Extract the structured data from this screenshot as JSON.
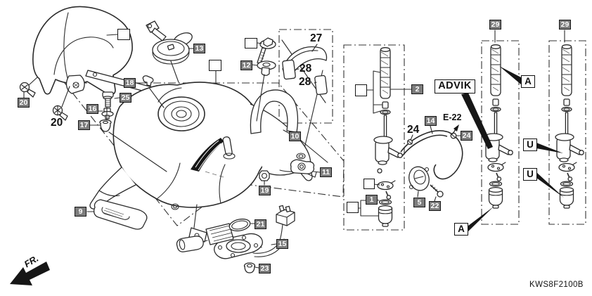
{
  "diagram": {
    "code": "KWS8F2100B",
    "front_marker": "FR.",
    "vendor_plate": "ADVIK",
    "connector_ref": "E-22"
  },
  "colors": {
    "background": "#ffffff",
    "line": "#2b2b2b",
    "part_label_bg": "#7c7c7c",
    "part_label_text": "#ffffff",
    "arrow_fill": "#111111"
  },
  "part_labels": {
    "p1": "1",
    "p2": "2",
    "p5": "5",
    "p9": "9",
    "p10": "10",
    "p11": "11",
    "p12": "12",
    "p13": "13",
    "p14": "14",
    "p15": "15",
    "p16": "16",
    "p17": "17",
    "p18": "18",
    "p19": "19",
    "p20": "20",
    "p21": "21",
    "p22": "22",
    "p23": "23",
    "p24": "24",
    "p25": "25",
    "p27": "27",
    "p28": "28",
    "p29": "29"
  },
  "section_refs": {
    "a": "A",
    "u": "U"
  }
}
